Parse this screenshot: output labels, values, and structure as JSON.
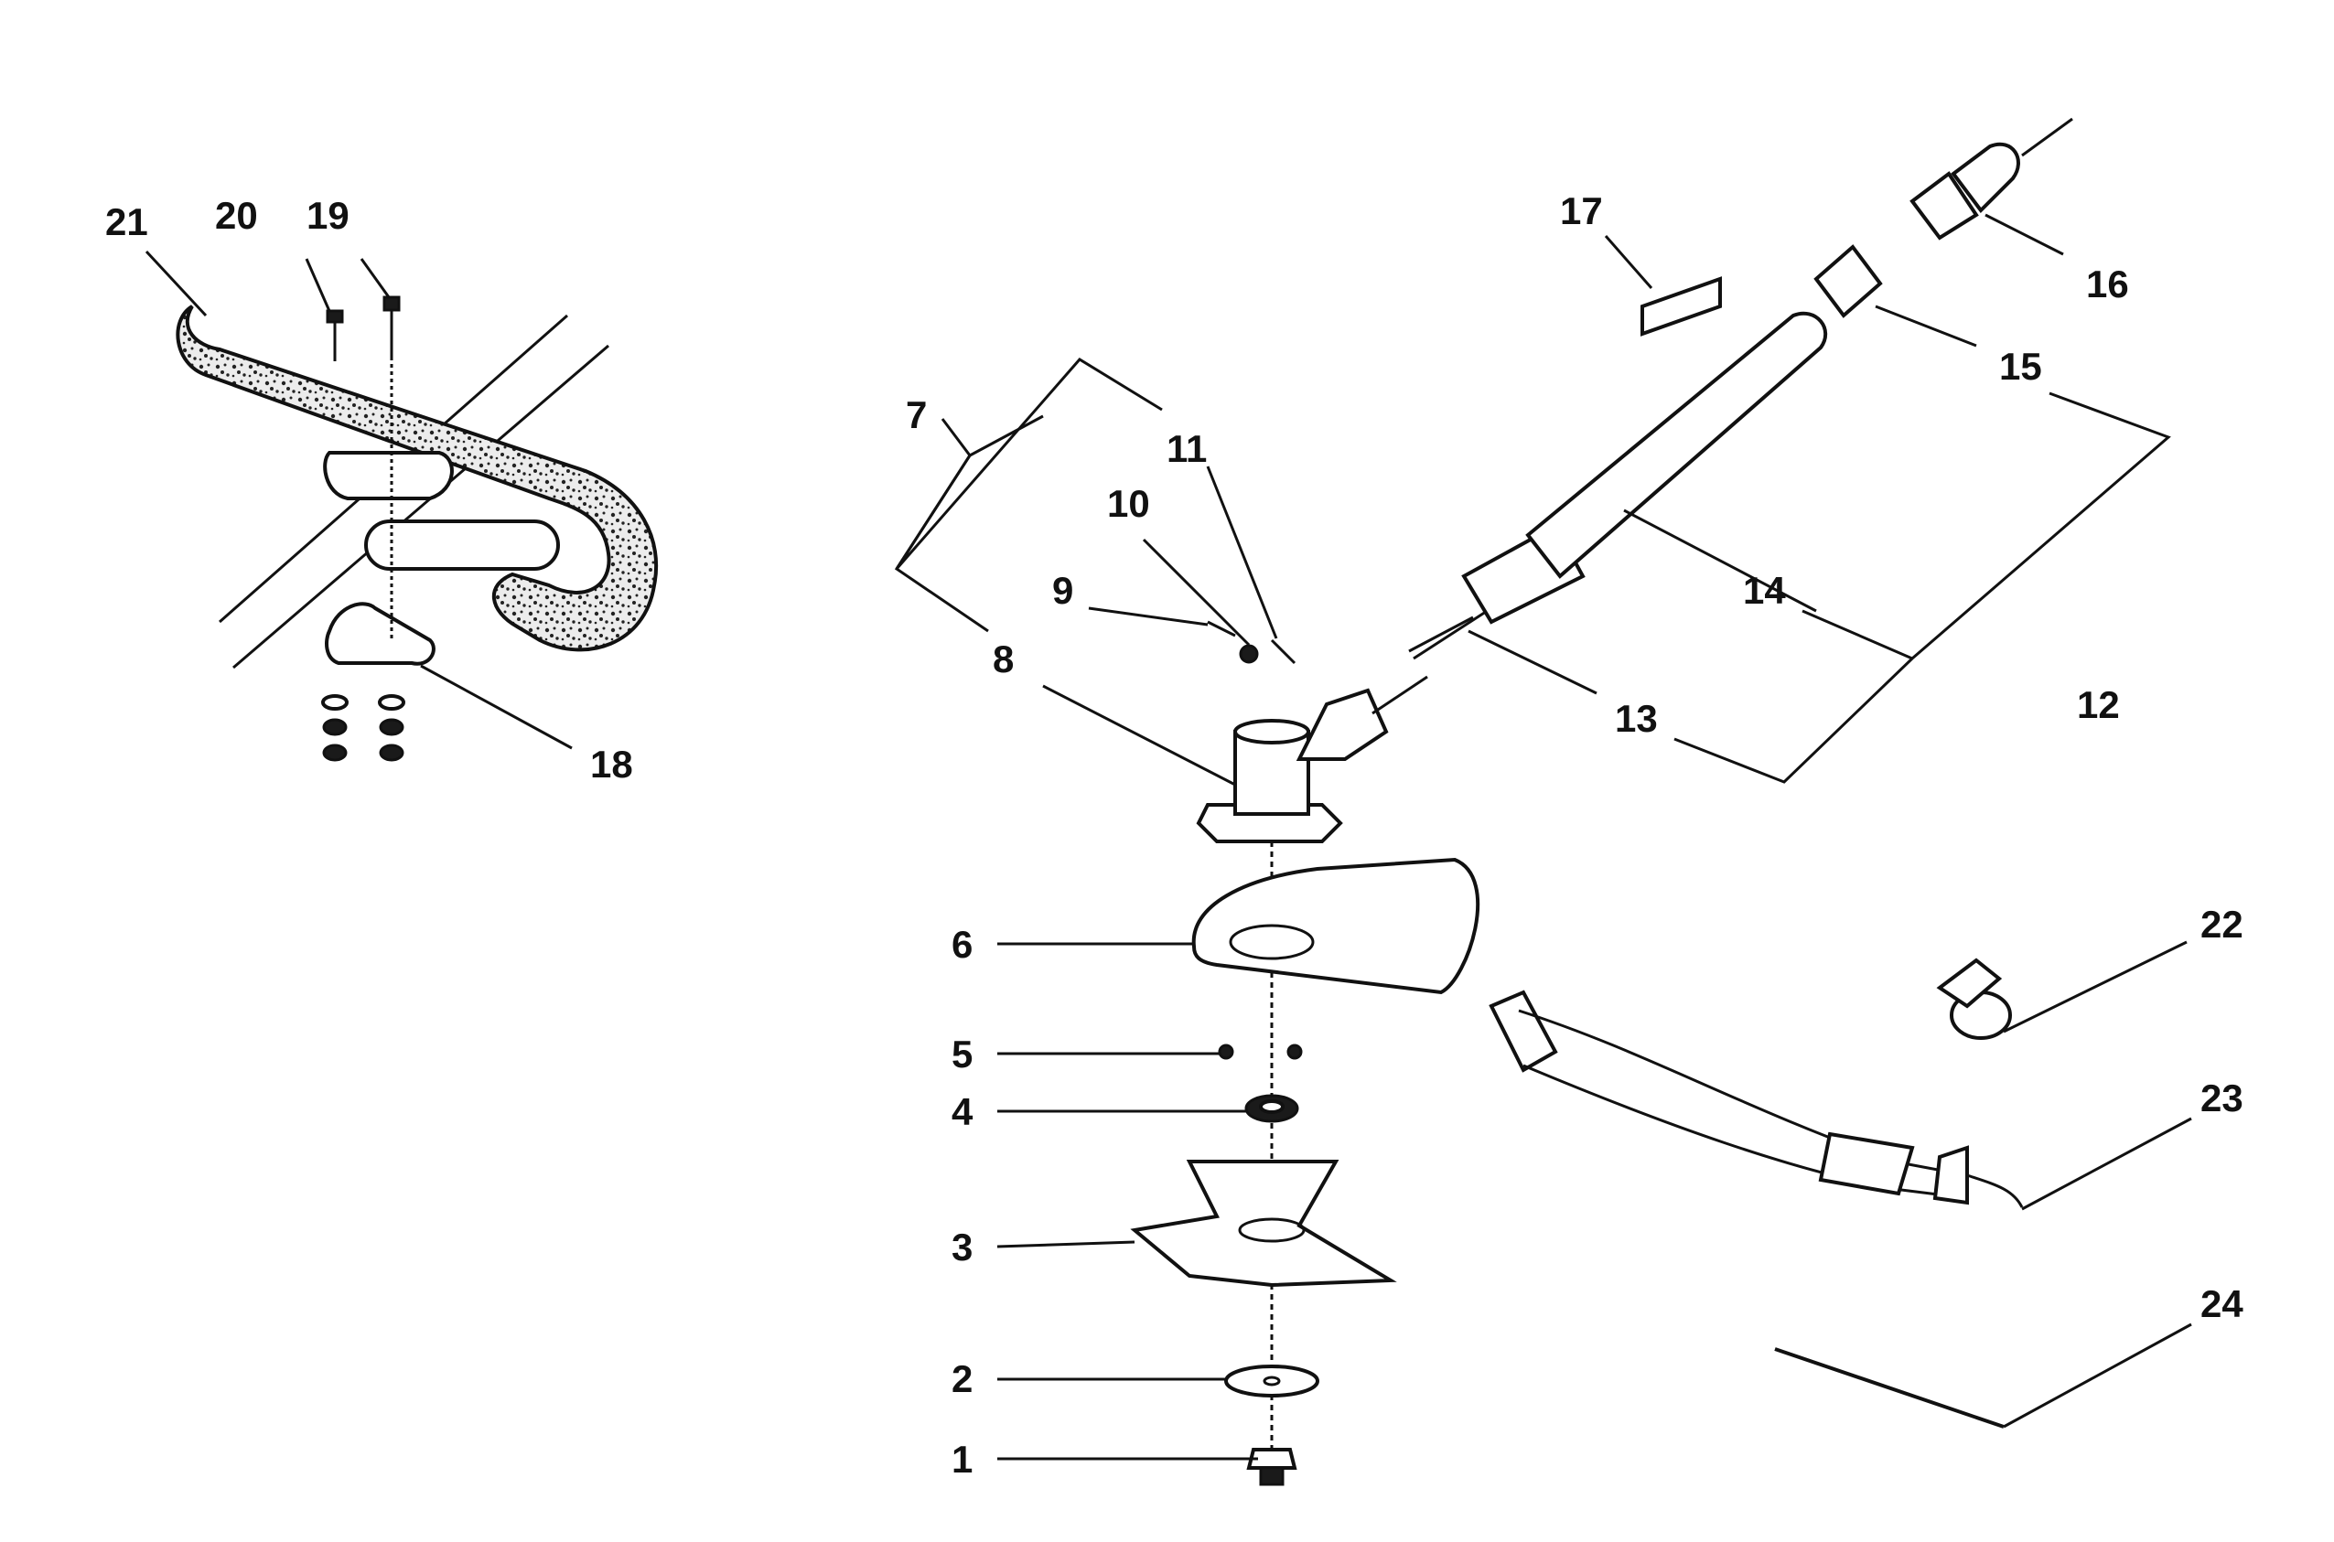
{
  "diagram": {
    "callouts": [
      "1",
      "2",
      "3",
      "4",
      "5",
      "6",
      "7",
      "8",
      "9",
      "10",
      "11",
      "12",
      "13",
      "14",
      "15",
      "16",
      "17",
      "18",
      "19",
      "20",
      "21",
      "22",
      "23",
      "24"
    ]
  },
  "colors": {
    "ink": "#111111",
    "paper": "#ffffff",
    "foam": "#e8e8e8"
  }
}
